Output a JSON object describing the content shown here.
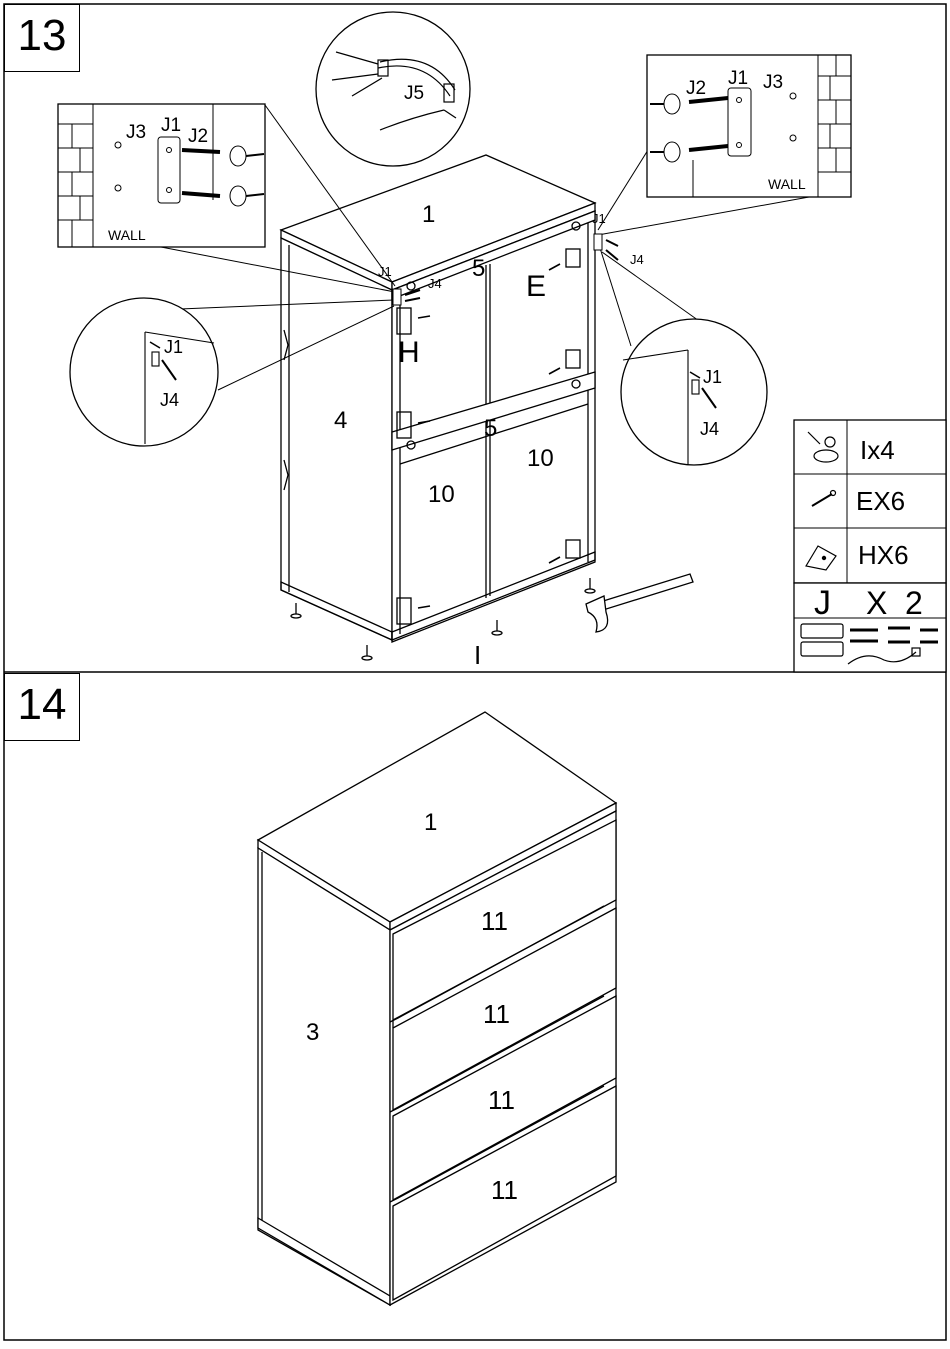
{
  "steps": [
    {
      "number": "13"
    },
    {
      "number": "14"
    }
  ],
  "step13": {
    "panel_labels": {
      "top": "1",
      "rail_upper": "5",
      "rail_middle": "5",
      "side": "4",
      "door_back_left": "10",
      "door_back_right": "10",
      "hinge_plate_label": "E",
      "bracket_label": "H",
      "foot_label": "I"
    },
    "left_wall_detail": {
      "j3": "J3",
      "j1": "J1",
      "j2": "J2",
      "wall": "WALL"
    },
    "right_wall_detail": {
      "j2": "J2",
      "j1": "J1",
      "j3": "J3",
      "wall": "WALL"
    },
    "strap_detail": {
      "label": "J5"
    },
    "left_circle_detail": {
      "j1": "J1",
      "j4": "J4"
    },
    "right_circle_detail": {
      "j1": "J1",
      "j4": "J4"
    },
    "callouts_left": {
      "j1": "J1",
      "j4": "J4"
    },
    "callouts_right": {
      "j1": "J1",
      "j4": "J4"
    },
    "parts_list": [
      {
        "icon": "foot-glide-icon",
        "text": "Ix4"
      },
      {
        "icon": "screw-icon",
        "text": "EX6"
      },
      {
        "icon": "corner-bracket-icon",
        "text": "HX6"
      }
    ],
    "kit": {
      "letter": "J",
      "multiplier": "X",
      "count": "2"
    }
  },
  "step14": {
    "top": "1",
    "side": "3",
    "drawers": [
      "11",
      "11",
      "11",
      "11"
    ]
  }
}
